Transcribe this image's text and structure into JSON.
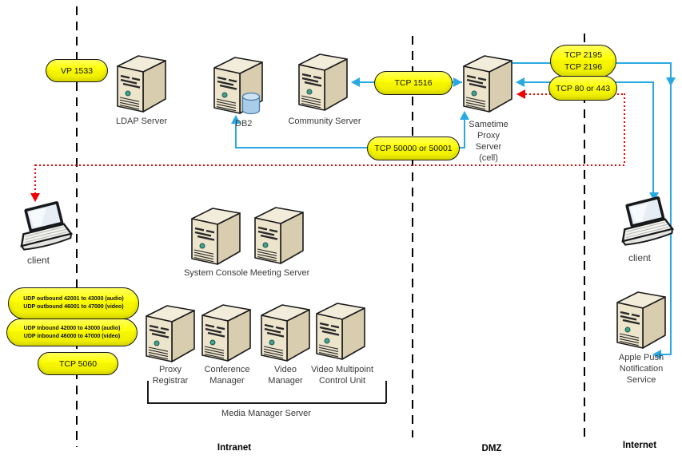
{
  "palette": {
    "line_blue": "#29A9E1",
    "line_red": "#F20000",
    "port_label_yellow": "#FFFF00"
  },
  "zones": {
    "intranet": {
      "label": "Intranet"
    },
    "dmz": {
      "label": "DMZ"
    },
    "internet": {
      "label": "Internet"
    }
  },
  "nodes": {
    "ldap": {
      "label": "LDAP Server"
    },
    "db2": {
      "label": "DB2"
    },
    "community": {
      "label": "Community Server"
    },
    "proxy": {
      "label": "Sametime\nProxy\nServer\n(cell)"
    },
    "system_console": {
      "label": "System Console"
    },
    "meeting": {
      "label": "Meeting Server"
    },
    "proxy_registrar": {
      "label": "Proxy\nRegistrar"
    },
    "conference_manager": {
      "label": "Conference\nManager"
    },
    "video_manager": {
      "label": "Video\nManager"
    },
    "video_mcu": {
      "label": "Video Multipoint\nControl Unit"
    },
    "media_manager": {
      "label": "Media Manager Server"
    },
    "client_left": {
      "label": "client"
    },
    "client_right": {
      "label": "client"
    },
    "apns": {
      "label": "Apple Push\nNotification\nService"
    }
  },
  "ports": {
    "vp1533": {
      "label": "VP 1533"
    },
    "tcp1516": {
      "label": "TCP 1516"
    },
    "tcp50000": {
      "label": "TCP 50000 or 50001"
    },
    "tcp2195": {
      "label": "TCP 2195\nTCP 2196"
    },
    "tcp80": {
      "label": "TCP 80 or 443"
    },
    "udp_outbound": {
      "label": "UDP outbound 42001 to 43000 (audio)\nUDP outbound 46001 to 47000 (video)"
    },
    "udp_inbound": {
      "label": "UDP Inbound 42000 to 43000 (audio)\nUDP inbound 46000 to 47000 (video)"
    },
    "tcp5060": {
      "label": "TCP 5060"
    }
  }
}
